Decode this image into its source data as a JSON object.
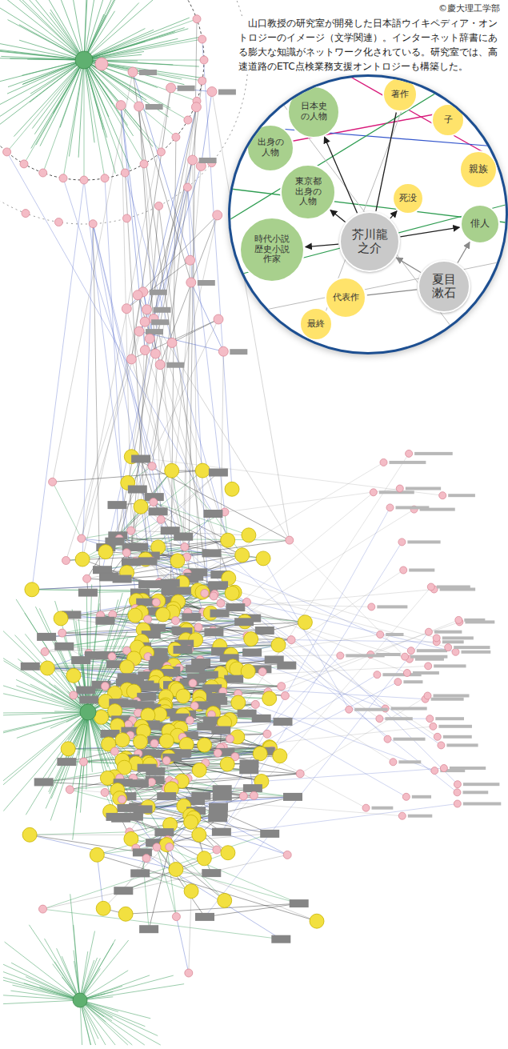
{
  "diagram": {
    "caption": "山口教授の研究室が開発した日本語ウイキペディア・オントロジーのイメージ（文学関連）。インターネット辞書にある膨大な知識がネットワーク化されている。研究室では、高速道路のETC点検業務支援オントロジーも構築した。",
    "nodes": [
      {
        "text": [
          "著作"
        ]
      },
      {
        "text": [
          "日本史の人物"
        ]
      },
      {
        "text": [
          "子"
        ]
      },
      {
        "text": [
          "出身の人物"
        ]
      },
      {
        "text": [
          "東京都出身の人物"
        ]
      },
      {
        "text": [
          "親族"
        ]
      },
      {
        "text": [
          "死没"
        ]
      },
      {
        "text": [
          "俳人"
        ]
      },
      {
        "text": [
          "時代小説歴史小説作家"
        ]
      },
      {
        "text": [
          "芥川龍之介"
        ]
      },
      {
        "text": [
          "代表作"
        ]
      },
      {
        "text": [
          "夏目漱石"
        ]
      },
      {
        "text": [
          "最終"
        ]
      }
    ],
    "edges": [
      {
        "from": 9,
        "to": 1,
        "arrow": "to"
      },
      {
        "from": 9,
        "to": 4,
        "arrow": "to"
      },
      {
        "from": 9,
        "to": 8,
        "arrow": "to"
      },
      {
        "from": 9,
        "to": 6,
        "arrow": "to"
      },
      {
        "from": 9,
        "to": 7,
        "arrow": "to"
      },
      {
        "from": 9,
        "to": 0,
        "arrow": "none"
      },
      {
        "from": 11,
        "to": 9,
        "arrow": "to"
      },
      {
        "from": 11,
        "to": 7,
        "arrow": "to"
      },
      {
        "from": 11,
        "to": 10,
        "arrow": "none"
      }
    ],
    "labels": [
      "©慶大理工学部"
    ]
  }
}
